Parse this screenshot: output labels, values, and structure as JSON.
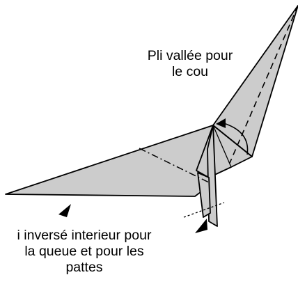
{
  "captions": {
    "neck_fold": {
      "line1": "Pli vallée pour",
      "line2": "le cou"
    },
    "tail_fold": {
      "line1": "i inversé interieur pour",
      "line2": "la queue et pour les",
      "line3": "pattes"
    }
  },
  "colors": {
    "paper_fill": "#cccccc",
    "outline": "#000000",
    "background": "#ffffff"
  }
}
